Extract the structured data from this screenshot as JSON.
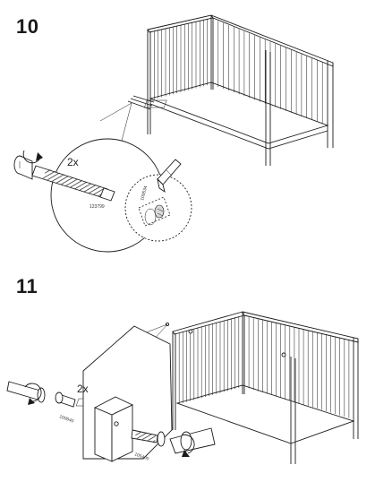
{
  "steps": [
    {
      "number": "10",
      "quantity": "2x",
      "part_numbers": [
        "123799",
        "109534"
      ],
      "icons": [
        "rotate-counterclockwise-arrow-icon",
        "rotate-clockwise-arrow-icon",
        "hex-key-icon"
      ]
    },
    {
      "number": "11",
      "quantity": "2x",
      "part_numbers": [
        "100640",
        "105400"
      ],
      "icons": [
        "rotate-clockwise-arrow-icon",
        "rotate-clockwise-arrow-icon"
      ]
    }
  ],
  "colors": {
    "ink": "#1a1a1a",
    "paper": "#ffffff",
    "shade": "#d9d9d9"
  }
}
